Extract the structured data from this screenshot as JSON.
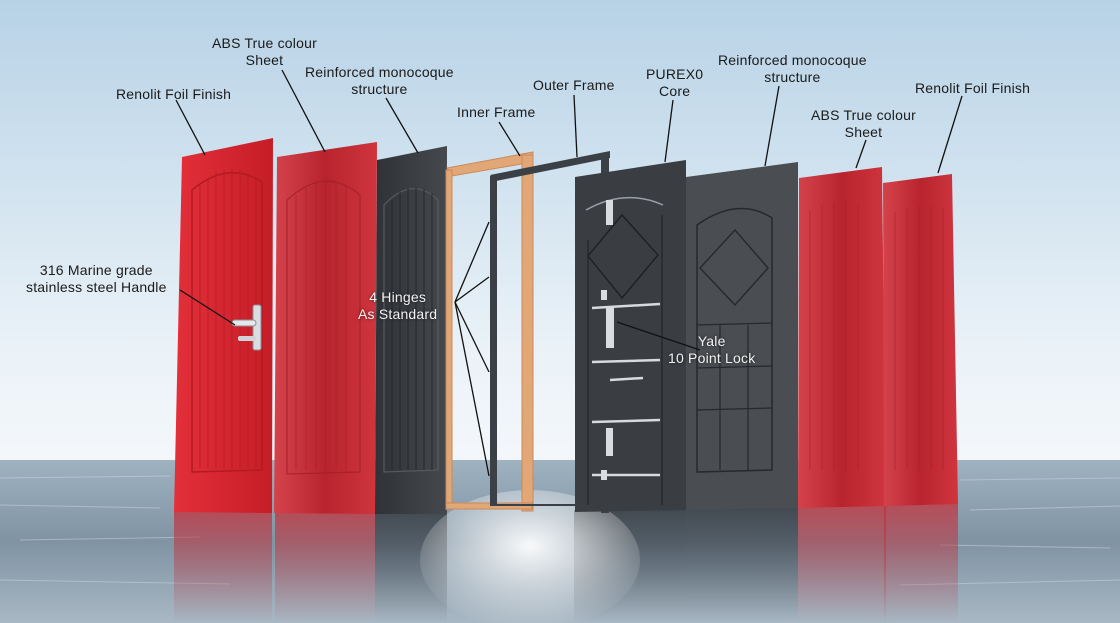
{
  "labels": {
    "renolit_left": "Renolit Foil Finish",
    "abs_left_1": "ABS True colour",
    "abs_left_2": "Sheet",
    "reinforced_left_1": "Reinforced monocoque",
    "reinforced_left_2": "structure",
    "inner_frame": "Inner Frame",
    "outer_frame": "Outer Frame",
    "purex_1": "PUREX0",
    "purex_2": "Core",
    "reinforced_right_1": "Reinforced monocoque",
    "reinforced_right_2": "structure",
    "abs_right_1": "ABS True colour",
    "abs_right_2": "Sheet",
    "renolit_right": "Renolit Foil Finish",
    "handle_1": "316 Marine grade",
    "handle_2": "stainless steel Handle",
    "hinges_1": "4 Hinges",
    "hinges_2": "As Standard",
    "lock_1": "Yale",
    "lock_2": "10 Point Lock"
  },
  "colors": {
    "sky_top": "#b9d3e6",
    "sky_bottom": "#eef4f8",
    "water": "#8fa3b2",
    "door_red": "#d9232d",
    "door_dark": "#3a3d42",
    "frame_wood": "#e0a070",
    "frame_grey": "#3b4046"
  }
}
